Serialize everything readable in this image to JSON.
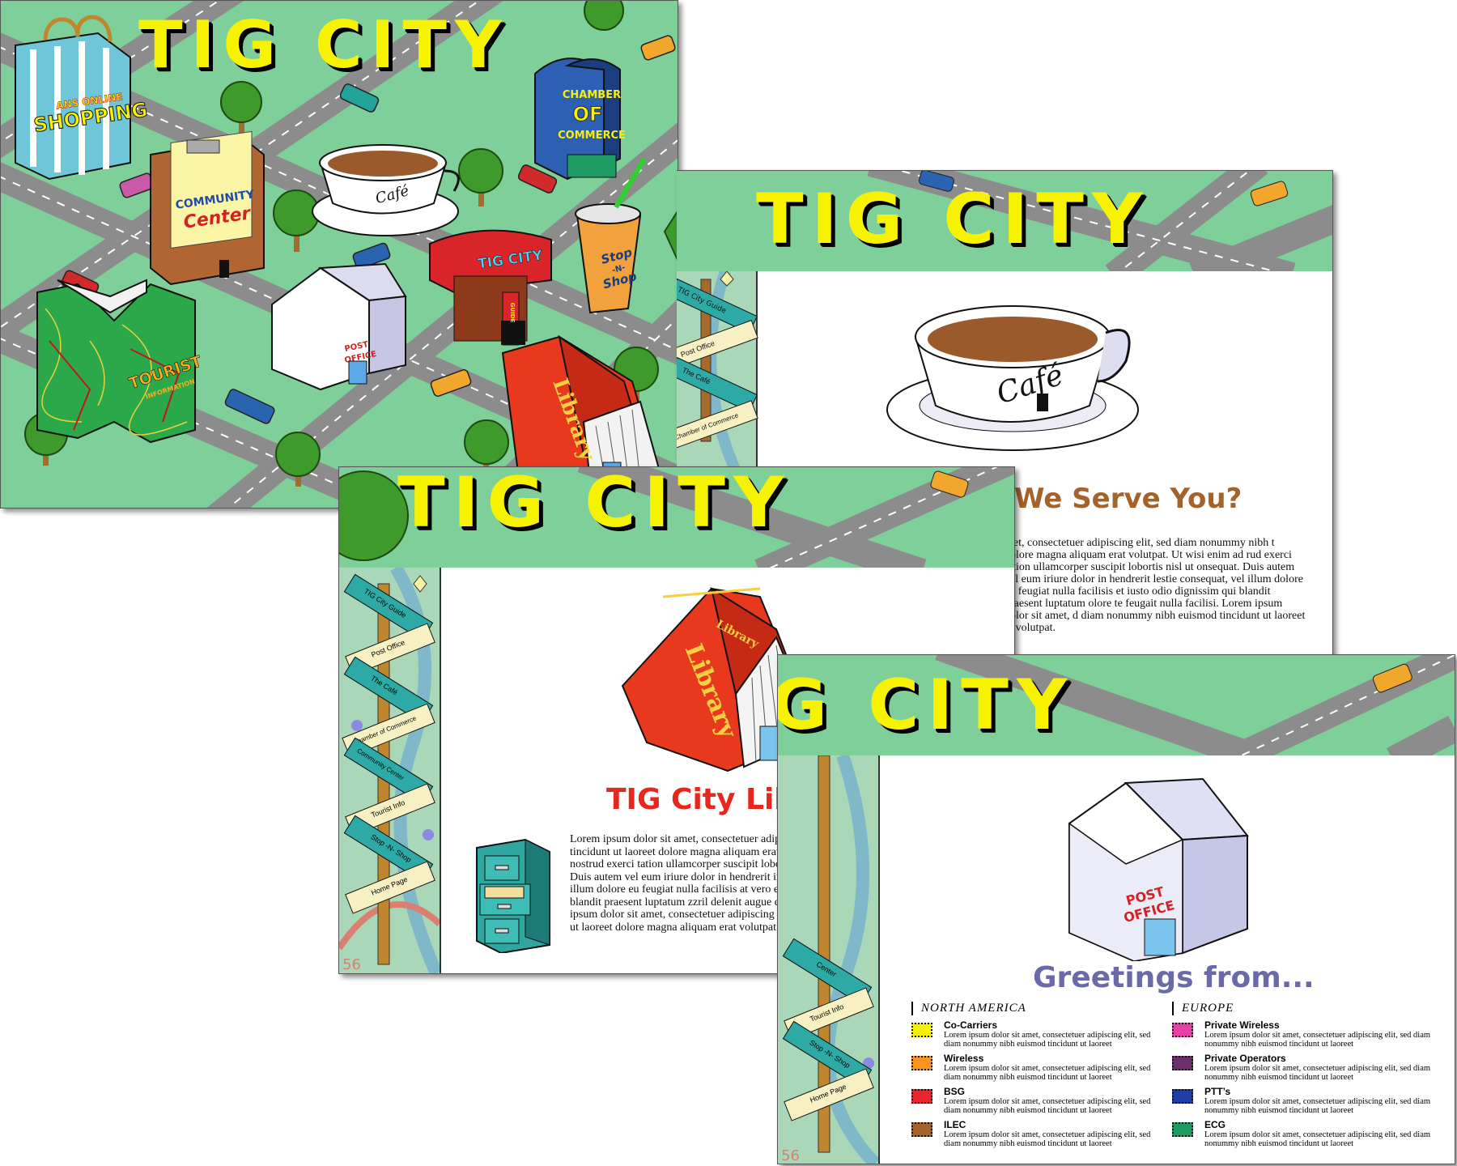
{
  "brand": {
    "title": "TIG CITY"
  },
  "colors": {
    "map_green": "#7fcf9a",
    "road_gray": "#8c8c8c",
    "title_yellow": "#f6f200",
    "library_red": "#e8391e",
    "cafe_brown": "#a4632b",
    "greetings_purple": "#6a6aa8"
  },
  "map_panel": {
    "labels": {
      "shopping_top": "ANS ONLINE",
      "shopping": "SHOPPING",
      "community_1": "COMMUNITY",
      "community_2": "Center",
      "chamber_1": "CHAMBER",
      "chamber_2": "OF",
      "chamber_3": "COMMERCE",
      "cafe": "Café",
      "stop_1": "Stop",
      "stop_2": "-N-",
      "stop_3": "Shop",
      "guide_1": "TIG CITY",
      "guide_2": "GUIDE",
      "post_1": "POST",
      "post_2": "OFFICE",
      "tourist_1": "TOURIST",
      "tourist_2": "INFORMATION",
      "library": "Library"
    }
  },
  "cafe_panel": {
    "heading": "We Serve You?",
    "cup_label": "Café",
    "body": "met, consectetuer adipiscing elit, sed diam nonummy nibh t dolore magna aliquam erat volutpat. Ut wisi enim ad rud exerci tation ullamcorper suscipit lobortis nisl ut onsequat. Duis autem vel eum iriure dolor in hendrerit lestie consequat, vel illum dolore eu feugiat nulla facilisis et iusto odio dignissim qui blandit praesent luptatum olore te feugait nulla facilisi. Lorem ipsum dolor sit amet, d diam nonummy nibh euismod tincidunt ut laoreet at volutpat.",
    "signs": [
      "TIG City Guide",
      "Post Office",
      "The Café",
      "Chamber of Commerce"
    ]
  },
  "library_panel": {
    "heading": "TIG City Library",
    "book_label": "Library",
    "body": "Lorem ipsum dolor sit amet, consectetuer adipiscing elit, sed diam nonummy nibh euismod tincidunt ut laoreet dolore magna aliquam erat volutpat. Ut wisi enim ad minim veniam, quis nostrud exerci tation ullamcorper suscipit lobortis nisl ut aliquip ex ea commodo consequat. Duis autem vel eum iriure dolor in hendrerit in vulputate velit esse molestie consequat, vel illum dolore eu feugiat nulla facilisis at vero eros et accumsan et iusto odio dignissim qui blandit praesent luptatum zzril delenit augue duis dolore te feugait nulla facilisi. Lorem ipsum dolor sit amet, consectetuer adipiscing elit, sed diam nonummy nibh euismod tincidunt ut laoreet dolore magna aliquam erat volutpat.",
    "signs": [
      "TIG City Guide",
      "Post Office",
      "The Café",
      "Chamber of Commerce",
      "Community Center",
      "Tourist Info",
      "Stop -N- Shop",
      "Home Page"
    ],
    "route_number": "56"
  },
  "post_panel": {
    "heading": "Greetings from...",
    "post_1": "POST",
    "post_2": "OFFICE",
    "signs": [
      "Tourist Info",
      "Stop -N- Shop",
      "Home Page"
    ],
    "sign_partial": "Center",
    "route_number": "56",
    "legend": {
      "north_america": {
        "title": "NORTH AMERICA",
        "items": [
          {
            "label": "Co-Carriers",
            "desc": "Lorem ipsum dolor sit amet, consectetuer adipiscing elit, sed diam nonummy nibh euismod tincidunt ut laoreet",
            "color": "#f6f200"
          },
          {
            "label": "Wireless",
            "desc": "Lorem ipsum dolor sit amet, consectetuer adipiscing elit, sed diam nonummy nibh euismod tincidunt ut laoreet",
            "color": "#f7931e"
          },
          {
            "label": "BSG",
            "desc": "Lorem ipsum dolor sit amet, consectetuer adipiscing elit, sed diam nonummy nibh euismod tincidunt ut laoreet",
            "color": "#e8262b"
          },
          {
            "label": "ILEC",
            "desc": "Lorem ipsum dolor sit amet, consectetuer adipiscing elit, sed diam nonummy nibh euismod tincidunt ut laoreet",
            "color": "#a4632b"
          }
        ]
      },
      "europe": {
        "title": "EUROPE",
        "items": [
          {
            "label": "Private Wireless",
            "desc": "Lorem ipsum dolor sit amet, consectetuer adipiscing elit, sed diam nonummy nibh euismod tincidunt ut laoreet",
            "color": "#e83fa8"
          },
          {
            "label": "Private Operators",
            "desc": "Lorem ipsum dolor sit amet, consectetuer adipiscing elit, sed diam nonummy nibh euismod tincidunt ut laoreet",
            "color": "#6b2f6b"
          },
          {
            "label": "PTT’s",
            "desc": "Lorem ipsum dolor sit amet, consectetuer adipiscing elit, sed diam nonummy nibh euismod tincidunt ut laoreet",
            "color": "#1f3ea8"
          },
          {
            "label": "ECG",
            "desc": "Lorem ipsum dolor sit amet, consectetuer adipiscing elit, sed diam nonummy nibh euismod tincidunt ut laoreet",
            "color": "#1e9a63"
          }
        ]
      }
    }
  }
}
